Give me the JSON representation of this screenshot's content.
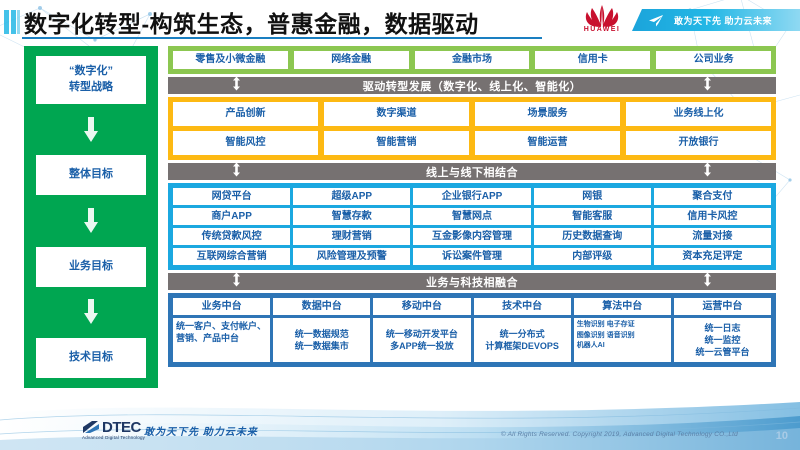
{
  "header": {
    "title": "数字化转型-构筑生态，普惠金融，数据驱动",
    "brand": "HUAWEI",
    "banner_text": "敢为天下先 助力云未来"
  },
  "strategy_column": {
    "items": [
      {
        "label": "“数字化”\n转型战略"
      },
      {
        "label": "整体目标"
      },
      {
        "label": "业务目标"
      },
      {
        "label": "技术目标"
      }
    ],
    "item0_line1": "“数字化”",
    "item0_line2": "转型战略",
    "item1": "整体目标",
    "item2": "业务目标",
    "item3": "技术目标"
  },
  "business_band": {
    "cells": [
      "零售及小微金融",
      "网络金融",
      "金融市场",
      "信用卡",
      "公司业务"
    ]
  },
  "divider1": {
    "text": "驱动转型发展（数字化、线上化、智能化）"
  },
  "transform_band": {
    "row1": [
      "产品创新",
      "数字渠道",
      "场景服务",
      "业务线上化"
    ],
    "row2": [
      "智能风控",
      "智能营销",
      "智能运营",
      "开放银行"
    ]
  },
  "divider2": {
    "text": "线上与线下相结合"
  },
  "channel_band": {
    "row1": [
      "网贷平台",
      "超级APP",
      "企业银行APP",
      "网银",
      "聚合支付"
    ],
    "row2": [
      "商户APP",
      "智慧存款",
      "智慧网点",
      "智能客服",
      "信用卡风控"
    ],
    "row3": [
      "传统贷款风控",
      "理财营销",
      "互金影像内容管理",
      "历史数据查询",
      "流量对接"
    ],
    "row4": [
      "互联网综合营销",
      "风险管理及预警",
      "诉讼案件管理",
      "内部评级",
      "资本充足评定"
    ]
  },
  "divider3": {
    "text": "业务与科技相融合"
  },
  "platform_band": {
    "headers": [
      "业务中台",
      "数据中台",
      "移动中台",
      "技术中台",
      "算法中台",
      "运营中台"
    ],
    "bodies": [
      "统一客户、支付帐户、营销、产品中台",
      "统一数据规范\n统一数据集市",
      "统一移动开发平台\n多APP统一投放",
      "统一分布式\n计算框架DEVOPS",
      "生物识别 电子存证\n图像识别 语音识别\n机器人AI",
      "统一日志\n统一监控\n统一云管平台"
    ],
    "body0": "统一客户、支付帐户、营销、产品中台",
    "body1_l1": "统一数据规范",
    "body1_l2": "统一数据集市",
    "body2_l1": "统一移动开发平台",
    "body2_l2": "多APP统一投放",
    "body3_l1": "统一分布式",
    "body3_l2": "计算框架DEVOPS",
    "body4_l1": "生物识别 电子存证",
    "body4_l2": "图像识别 语音识别",
    "body4_l3": "机器人AI",
    "body5_l1": "统一日志",
    "body5_l2": "统一监控",
    "body5_l3": "统一云管平台"
  },
  "footer": {
    "logo_text": "DTEC",
    "logo_sub": "Advanced Digital Technology",
    "slogan": "敢为天下先  助力云未来",
    "copyright": "© All Rights Reserved. Copyright 2019, Advanced Digital Technology CO.,Ltd",
    "page_number": "10"
  },
  "colors": {
    "green_dark": "#00a651",
    "green_light": "#8cc751",
    "orange": "#fdb913",
    "cyan": "#1ba8e0",
    "navy": "#2e75b6",
    "gray_divider": "#767171",
    "text_blue": "#1a5fa8",
    "huawei_red": "#c8102e"
  }
}
